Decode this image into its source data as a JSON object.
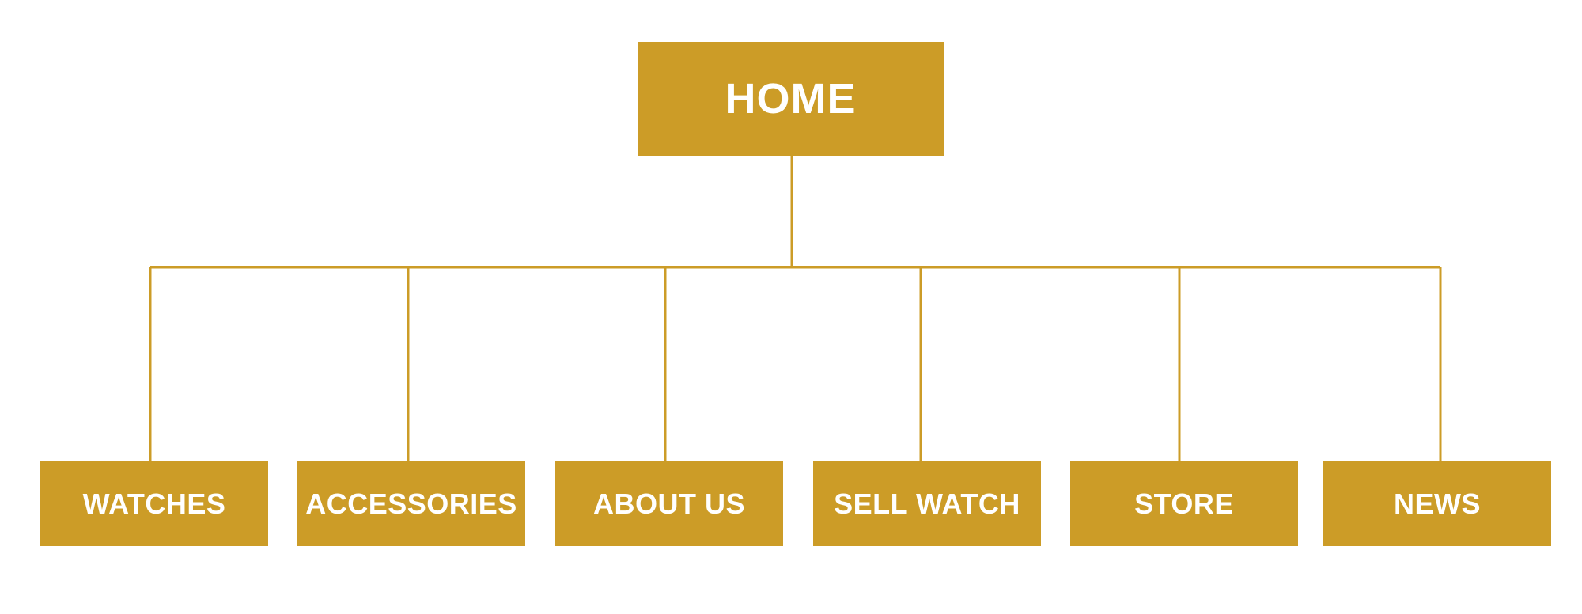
{
  "colors": {
    "node_fill": "#CC9C27",
    "connector": "#CC9C27",
    "node_text": "#FFFFFF",
    "background": "#FFFFFF"
  },
  "root": {
    "label": "HOME"
  },
  "children": [
    {
      "label": "WATCHES"
    },
    {
      "label": "ACCESSORIES"
    },
    {
      "label": "ABOUT US"
    },
    {
      "label": "SELL WATCH"
    },
    {
      "label": "STORE"
    },
    {
      "label": "NEWS"
    }
  ]
}
